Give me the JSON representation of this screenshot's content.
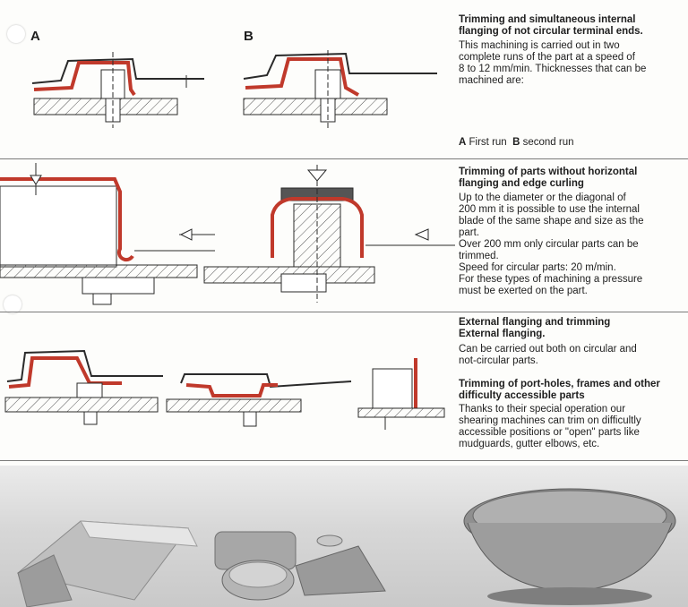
{
  "section1": {
    "heading": [
      "Trimming and simultaneous internal",
      "flanging of not circular terminal ends."
    ],
    "body": [
      "This machining is carried out in two",
      "complete runs of the part at a speed of",
      "8 to 12 mm/min. Thicknesses that can be",
      "machined are:"
    ],
    "label_a": "A",
    "label_b": "B",
    "runs": {
      "a_letter": "A",
      "a_text": "First run",
      "b_letter": "B",
      "b_text": "second run"
    }
  },
  "section2": {
    "heading": [
      "Trimming of parts without horizontal",
      "flanging and edge curling"
    ],
    "body": [
      "Up to the diameter or the diagonal of",
      "200 mm it is possible to use the internal",
      "blade of the same shape and size as the",
      "part.",
      "Over 200 mm only circular parts can be",
      "trimmed.",
      "Speed for circular parts: 20 m/min.",
      "For these types of machining a pressure",
      "must be exerted on the part."
    ]
  },
  "section3": {
    "heading": [
      "External flanging and trimming",
      "External flanging."
    ],
    "body": [
      "Can be carried out both on circular and",
      "not-circular parts."
    ],
    "heading2": [
      "Trimming of port-holes, frames and other",
      "difficulty accessible parts"
    ],
    "body2": [
      "Thanks to their special operation our",
      "shearing machines can trim on difficultly",
      "accessible positions or \"open\" parts like",
      "mudguards, gutter elbows, etc."
    ]
  },
  "colors": {
    "metal_red": "#c0392b",
    "line": "#2a2a2a",
    "hatch": "#555555",
    "rule": "#7a7a7a"
  }
}
